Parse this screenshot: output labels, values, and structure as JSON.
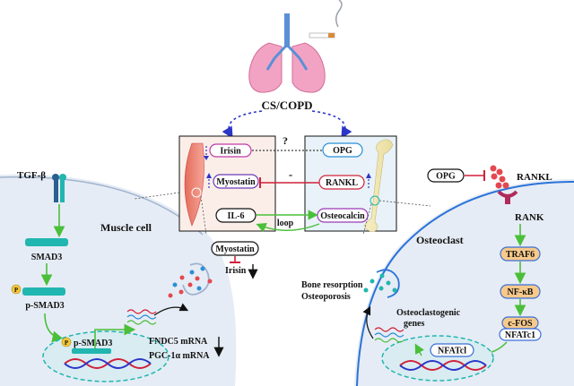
{
  "title": "CS/COPD",
  "question_mark": "?",
  "minus_sign": "-",
  "muscle_panel": {
    "irisin": "Irisin",
    "myostatin": "Myostatin",
    "il6": "IL-6"
  },
  "bone_panel": {
    "opg": "OPG",
    "rankl": "RANKL",
    "osteocalcin": "Osteocalcin"
  },
  "loop_label": "loop",
  "muscle_cell": {
    "title": "Muscle cell",
    "tgf": "TGF-β",
    "smad3": "SMAD3",
    "p_smad3": "p-SMAD3",
    "p_smad3_nuclear": "p-SMAD3",
    "phospho": "P",
    "myostatin_box": "Myostatin",
    "irisin_down": "Irisin",
    "fndc5": "FNDC5 mRNA",
    "pgc": "PGC-1α mRNA"
  },
  "osteoclast": {
    "title": "Osteoclast",
    "opg": "OPG",
    "rankl": "RANKL",
    "rank": "RANK",
    "traf6": "TRAF6",
    "nfkb": "NF-κB",
    "cfos": "c-FOS",
    "nfatc1": "NFATc1",
    "nfatc1_nuclear": "NFATcl",
    "bone_resorption": "Bone resorption",
    "osteoporosis": "Osteoporosis",
    "genes_line1": "Osteoclastogenic",
    "genes_line2": "genes"
  },
  "colors": {
    "cell_fill": "#e6ecf5",
    "dashed_arrow": "#2b35c8",
    "green_arrow": "#4bbf3a",
    "inhibit_red": "#d0213a",
    "lung_pink": "#f2a3c4",
    "panel_muscle": "#fbeee8",
    "panel_bone": "#e8f2f8",
    "teal": "#21b6b0",
    "orange_pill": "#f7c98a"
  }
}
